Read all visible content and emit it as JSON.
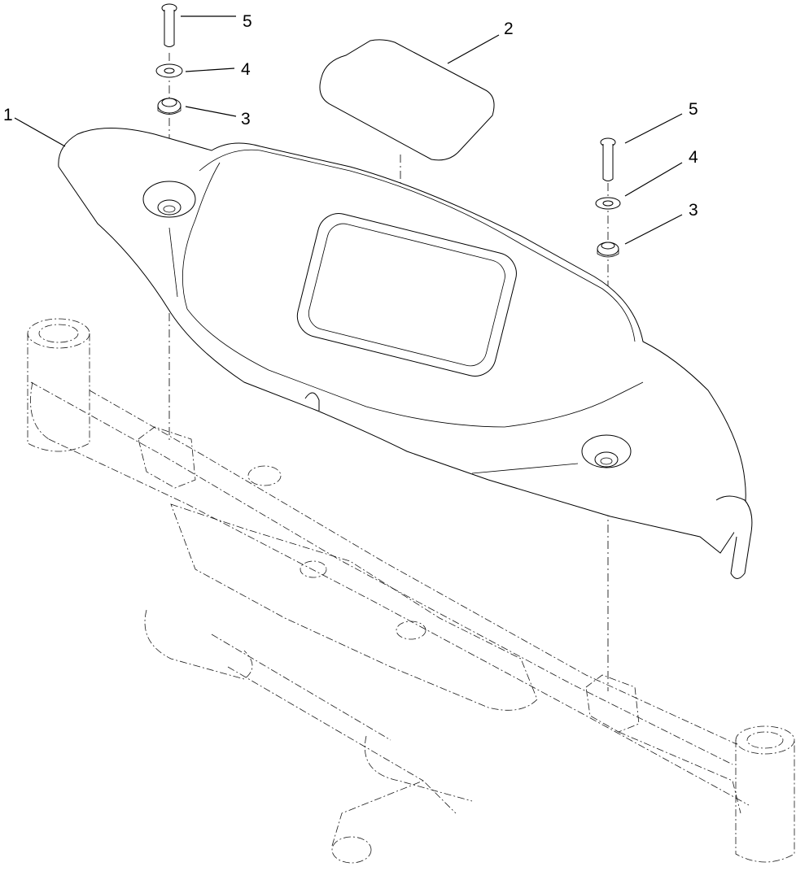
{
  "callouts": [
    {
      "id": "left-cover",
      "label": "1"
    },
    {
      "id": "decal",
      "label": "2"
    },
    {
      "id": "left-grommet",
      "label": "3"
    },
    {
      "id": "left-washer",
      "label": "4"
    },
    {
      "id": "left-screw",
      "label": "5"
    },
    {
      "id": "right-grommet",
      "label": "3"
    },
    {
      "id": "right-washer",
      "label": "4"
    },
    {
      "id": "right-screw",
      "label": "5"
    }
  ]
}
